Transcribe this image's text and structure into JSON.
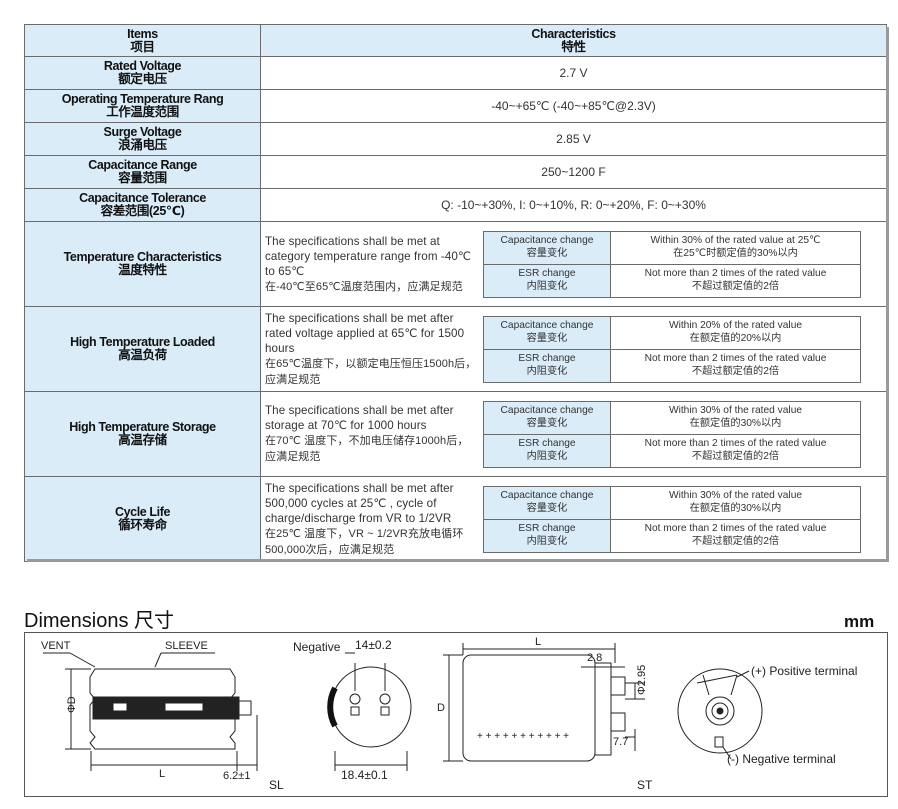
{
  "header": {
    "items_en": "Items",
    "items_zh": "项目",
    "char_en": "Characteristics",
    "char_zh": "特性"
  },
  "rows": [
    {
      "en": "Rated Voltage",
      "zh": "额定电压",
      "value": "2.7 V"
    },
    {
      "en": "Operating Temperature Rang",
      "zh": "工作温度范围",
      "value": "-40~+65℃  (-40~+85℃@2.3V)"
    },
    {
      "en": "Surge Voltage",
      "zh": "浪涌电压",
      "value": "2.85 V"
    },
    {
      "en": "Capacitance Range",
      "zh": "容量范围",
      "value": "250~1200 F"
    },
    {
      "en": "Capacitance Tolerance",
      "zh": "容差范围(25℃)",
      "value": "Q: -10~+30%, I: 0~+10%, R: 0~+20%, F: 0~+30%"
    }
  ],
  "complex_rows": [
    {
      "en": "Temperature Characteristics",
      "zh": "温度特性",
      "desc_en": "The specifications shall be met at category temperature range from -40℃ to 65℃",
      "desc_zh": "在-40℃至65℃温度范围内，应满足规范",
      "cap_label_en": "Capacitance change",
      "cap_label_zh": "容量变化",
      "cap_value_en": "Within 30% of the rated value at 25℃",
      "cap_value_zh": "在25℃时额定值的30%以内",
      "esr_label_en": "ESR change",
      "esr_label_zh": "内阻变化",
      "esr_value_en": "Not more than 2 times of the rated value",
      "esr_value_zh": "不超过额定值的2倍"
    },
    {
      "en": "High Temperature Loaded",
      "zh": "高温负荷",
      "desc_en": "The specifications shall be met after rated voltage applied at 65℃ for 1500 hours",
      "desc_zh": "在65℃温度下，以额定电压恒压1500h后，应满足规范",
      "cap_label_en": "Capacitance change",
      "cap_label_zh": "容量变化",
      "cap_value_en": "Within 20% of the rated value",
      "cap_value_zh": "在额定值的20%以内",
      "esr_label_en": "ESR change",
      "esr_label_zh": "内阻变化",
      "esr_value_en": "Not more than 2 times of the rated value",
      "esr_value_zh": "不超过额定值的2倍"
    },
    {
      "en": "High Temperature Storage",
      "zh": "高温存储",
      "desc_en": "The specifications shall be met after storage at 70℃ for 1000 hours",
      "desc_zh": "在70℃ 温度下，不加电压储存1000h后，应满足规范",
      "cap_label_en": "Capacitance change",
      "cap_label_zh": "容量变化",
      "cap_value_en": "Within 30% of the rated value",
      "cap_value_zh": "在额定值的30%以内",
      "esr_label_en": "ESR change",
      "esr_label_zh": "内阻变化",
      "esr_value_en": "Not more than 2 times of the rated value",
      "esr_value_zh": "不超过额定值的2倍"
    },
    {
      "en": "Cycle Life",
      "zh": "循环寿命",
      "desc_en": "The specifications shall be met after 500,000 cycles at 25℃ , cycle of charge/discharge from VR to 1/2VR",
      "desc_zh": "在25℃ 温度下，VR ~ 1/2VR充放电循环500,000次后，应满足规范",
      "cap_label_en": "Capacitance change",
      "cap_label_zh": "容量变化",
      "cap_value_en": "Within 30% of the rated value",
      "cap_value_zh": "在额定值的30%以内",
      "esr_label_en": "ESR change",
      "esr_label_zh": "内阻变化",
      "esr_value_en": "Not more than 2 times of the rated value",
      "esr_value_zh": "不超过额定值的2倍"
    }
  ],
  "dimensions": {
    "title": "Dimensions 尺寸",
    "unit": "mm",
    "vent": "VENT",
    "sleeve": "SLEEVE",
    "phiD": "ΦD",
    "L": "L",
    "dim_6_2": "6.2±1",
    "SL": "SL",
    "negative": "Negative",
    "dim_14": "14±0.2",
    "dim_18": "18.4±0.1",
    "D": "D",
    "dim_2_8": "2.8",
    "dim_phi_2_95": "Φ2.95",
    "dim_7_7": "7.7",
    "ST": "ST",
    "pos_terminal": "(+) Positive terminal",
    "neg_terminal": "(-) Negative terminal"
  }
}
